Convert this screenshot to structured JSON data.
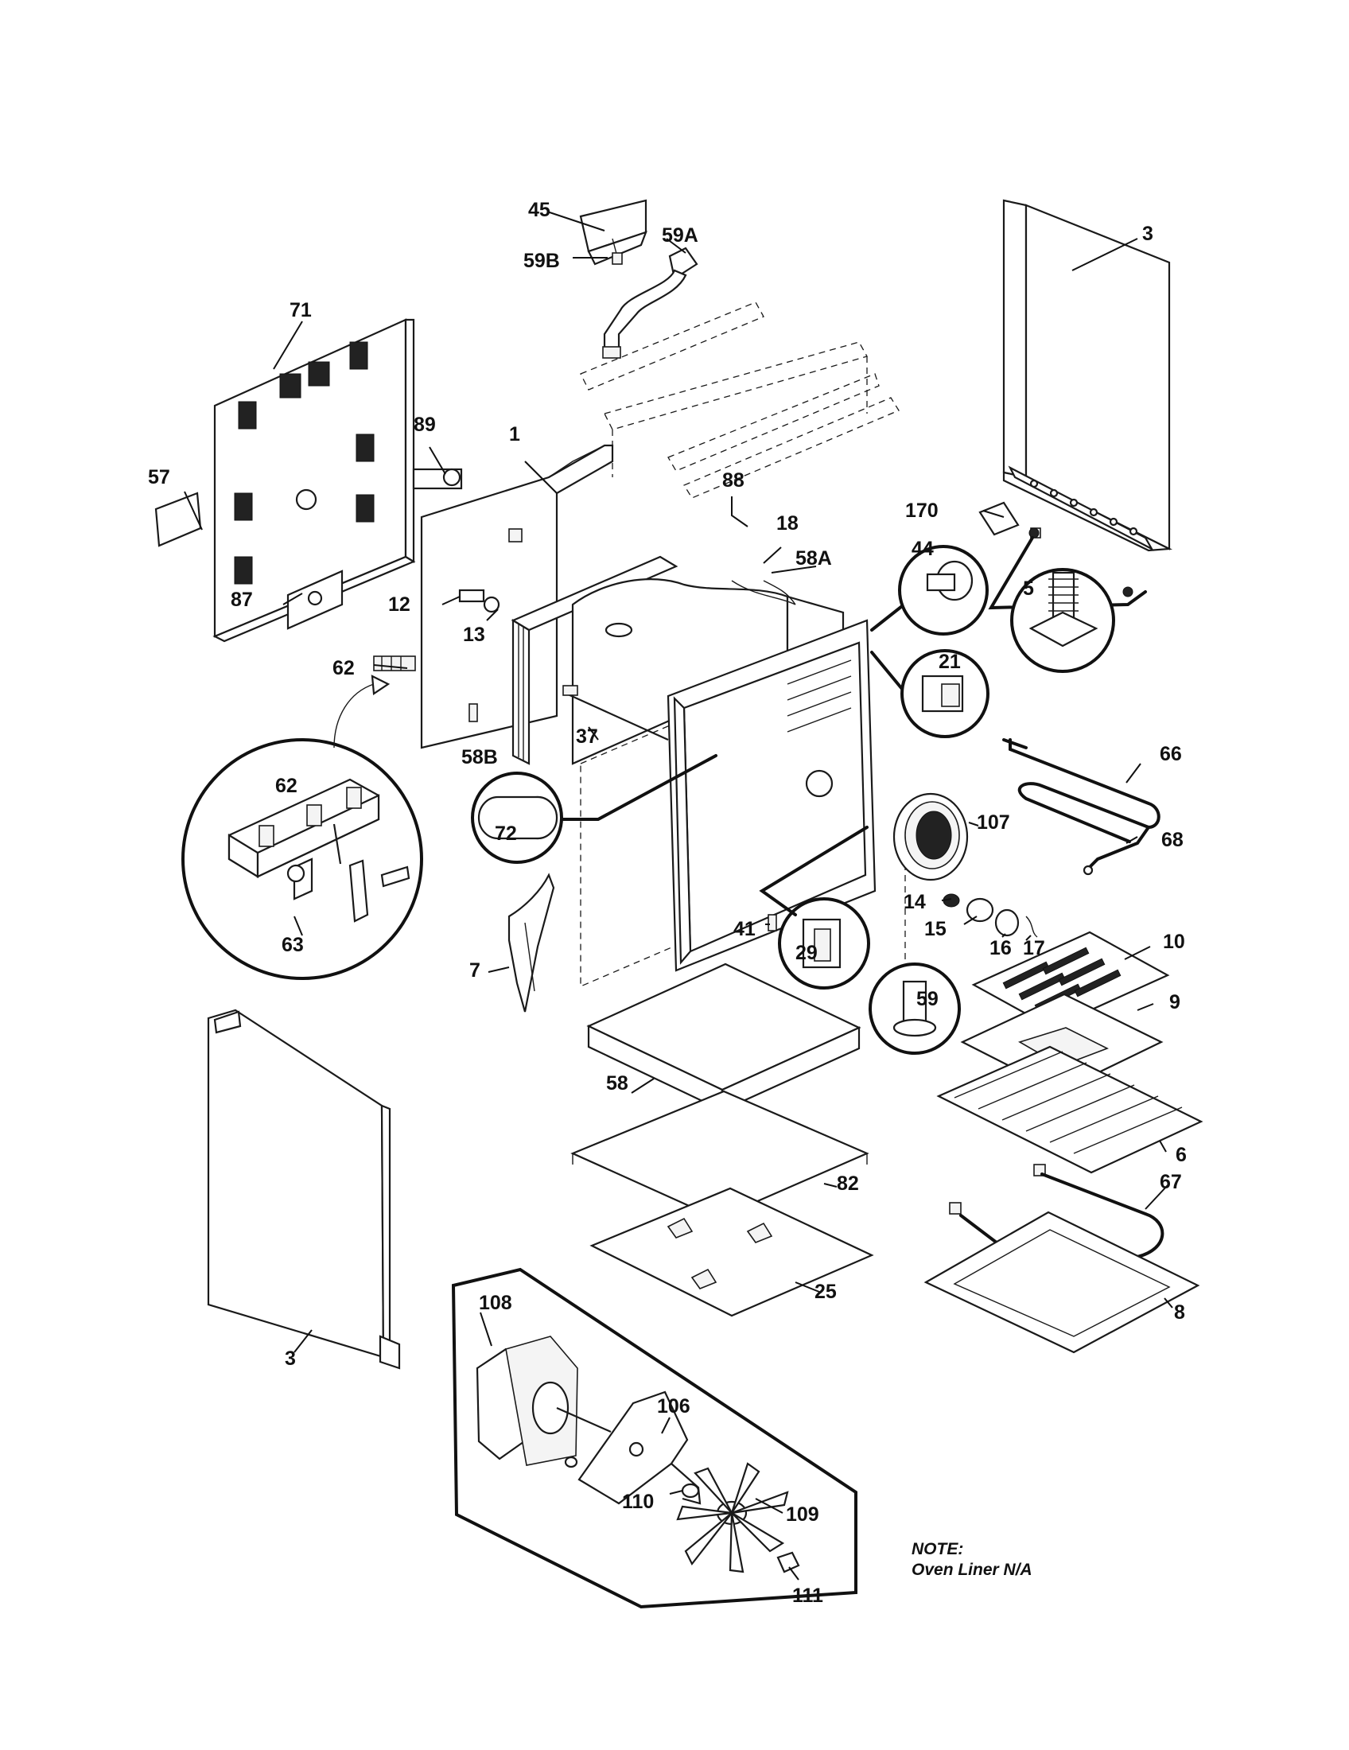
{
  "labels": {
    "l45": "45",
    "l59a": "59A",
    "l59b": "59B",
    "l3top": "3",
    "l71": "71",
    "l89": "89",
    "l1": "1",
    "l88": "88",
    "l57": "57",
    "l170": "170",
    "l18": "18",
    "l44": "44",
    "l5": "5",
    "l58a": "58A",
    "l87": "87",
    "l12": "12",
    "l13": "13",
    "l21": "21",
    "l62a": "62",
    "l62b": "62",
    "l66": "66",
    "l37": "37",
    "l58b": "58B",
    "l72": "72",
    "l107": "107",
    "l68": "68",
    "l14": "14",
    "l15": "15",
    "l16": "16",
    "l17": "17",
    "l63": "63",
    "l41": "41",
    "l29": "29",
    "l10": "10",
    "l7": "7",
    "l59": "59",
    "l9": "9",
    "l58": "58",
    "l6": "6",
    "l82": "82",
    "l67": "67",
    "l25": "25",
    "l8": "8",
    "l108": "108",
    "l3bottom": "3",
    "l106": "106",
    "l109": "109",
    "l110": "110",
    "l111": "111"
  },
  "note": {
    "title": "NOTE:",
    "text": "Oven Liner N/A"
  }
}
